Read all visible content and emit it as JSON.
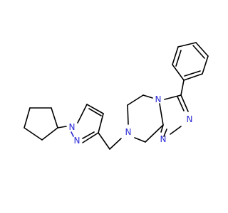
{
  "molecule": {
    "atoms": {
      "n_pyrazole_1": "N",
      "n_pyrazole_2": "N",
      "n_piperazine": "N",
      "n_triazole_4": "N",
      "n_triazole_1": "N",
      "n_triazole_2": "N"
    },
    "colors": {
      "bond": "#000000",
      "nitrogen": "#2b2bd6",
      "background": "#ffffff"
    }
  }
}
